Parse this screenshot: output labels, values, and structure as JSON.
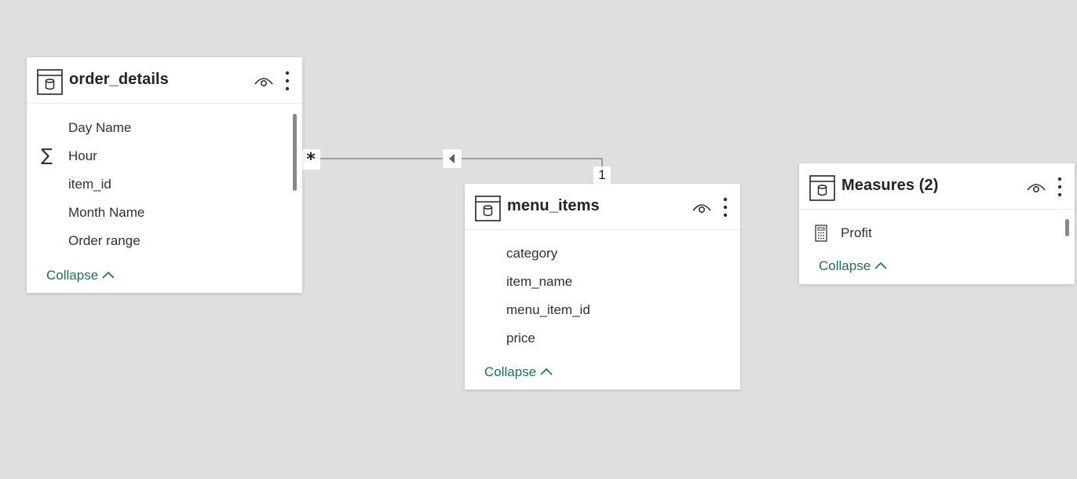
{
  "tables": {
    "order_details": {
      "title": "order_details",
      "fields": [
        "Day Name",
        "Hour",
        "item_id",
        "Month Name",
        "Order range"
      ],
      "collapse_label": "Collapse"
    },
    "menu_items": {
      "title": "menu_items",
      "fields": [
        "category",
        "item_name",
        "menu_item_id",
        "price"
      ],
      "collapse_label": "Collapse"
    },
    "measures": {
      "title": "Measures (2)",
      "fields": [
        "Profit"
      ],
      "collapse_label": "Collapse"
    }
  },
  "relationship": {
    "from_table": "order_details",
    "to_table": "menu_items",
    "from_cardinality": "*",
    "to_cardinality": "1",
    "filter_direction": "single"
  },
  "icons": {
    "table": "table-icon",
    "visibility": "eye-icon",
    "more": "more-options-icon",
    "sum": "sigma-icon",
    "measure": "calculator-icon",
    "collapse": "chevron-up-icon"
  },
  "colors": {
    "canvas_bg": "#e1dfdd",
    "card_bg": "#ffffff",
    "accent_link": "#1f6c62",
    "line": "#8a8886"
  }
}
